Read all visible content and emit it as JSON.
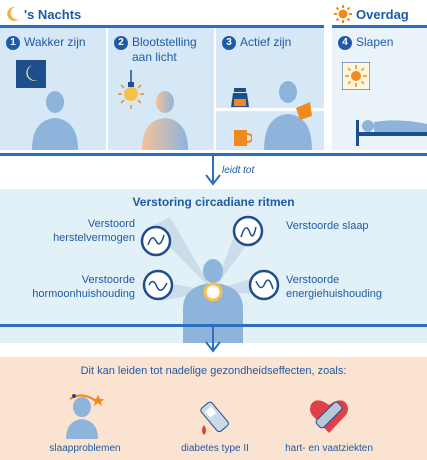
{
  "header": {
    "night_label": "'s Nachts",
    "day_label": "Overdag"
  },
  "panels": [
    {
      "number": "1",
      "label": "Wakker zijn"
    },
    {
      "number": "2",
      "label": "Blootstelling\naan licht"
    },
    {
      "number": "3",
      "label": "Actief zijn"
    },
    {
      "number": "4",
      "label": "Slapen"
    }
  ],
  "connector_label": "leidt tot",
  "disruption": {
    "title": "Verstoring circadiane ritmen",
    "items": [
      {
        "label": "Verstoord\nherstelvermogen"
      },
      {
        "label": "Verstoorde slaap"
      },
      {
        "label": "Verstoorde\nhormoonhuishouding"
      },
      {
        "label": "Verstoorde\nenergiehuishouding"
      }
    ]
  },
  "effects": {
    "title": "Dit kan leiden tot nadelige gezondheidseffecten, zoals:",
    "items": [
      {
        "label": "slaapproblemen",
        "icon": "head-stars-icon"
      },
      {
        "label": "diabetes type II",
        "icon": "glucose-meter-icon"
      },
      {
        "label": "hart- en vaatziekten",
        "icon": "heart-bandage-icon"
      }
    ]
  },
  "colors": {
    "primary": "#1f5aa6",
    "night_panel": "#d6e8f5",
    "day_panel": "#eaf3fa",
    "disruption_box": "#e2f1f7",
    "effects_box": "#fbe3d2",
    "sun": "#f08a1e"
  }
}
